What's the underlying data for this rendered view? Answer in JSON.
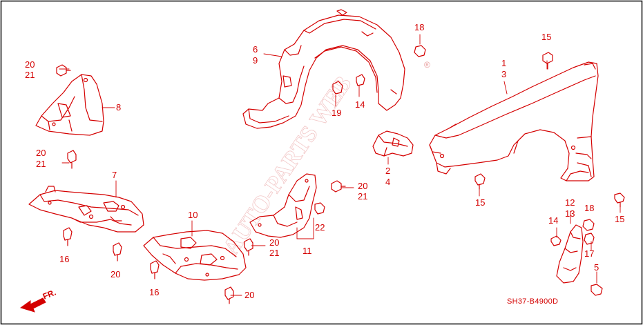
{
  "colors": {
    "line": "#d40000",
    "background": "#ffffff",
    "watermark": "#e89a9a"
  },
  "watermark": "AUTO-PARTS WEB",
  "watermark_symbol": "®",
  "direction_label": "FR.",
  "diagram_code": "SH37-B4900D",
  "labels": {
    "l1": "1",
    "l2": "2",
    "l3": "3",
    "l4": "4",
    "l5": "5",
    "l6": "6",
    "l7": "7",
    "l8": "8",
    "l9": "9",
    "l10": "10",
    "l11": "11",
    "l12": "12",
    "l13": "13",
    "l14a": "14",
    "l14b": "14",
    "l15a": "15",
    "l15b": "15",
    "l15c": "15",
    "l16a": "16",
    "l16b": "16",
    "l17": "17",
    "l18a": "18",
    "l18b": "18",
    "l19": "19",
    "l20a": "20",
    "l20b": "20",
    "l20c": "20",
    "l20d": "20",
    "l20e": "20",
    "l20f": "20",
    "l21a": "21",
    "l21b": "21",
    "l21c": "21",
    "l21d": "21",
    "l22": "22"
  },
  "icons": {
    "frame": "frame-border",
    "arrow": "front-direction-arrow-icon",
    "bolt": "bolt-icon",
    "clip": "clip-icon",
    "nut": "nut-icon"
  }
}
